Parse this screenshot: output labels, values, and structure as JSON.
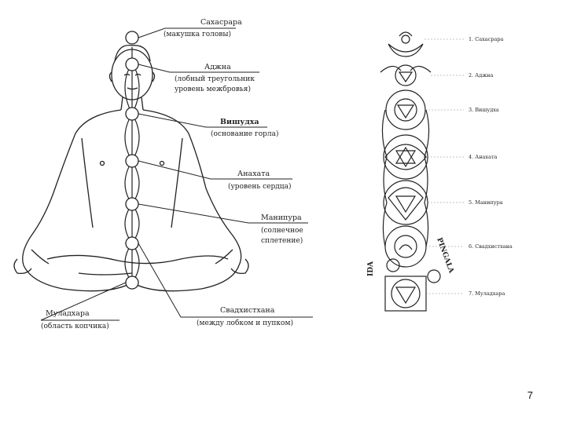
{
  "figure_left": {
    "labels": [
      {
        "name": "Сахасрара",
        "sub": "(макушка головы)"
      },
      {
        "name": "Аджна",
        "sub": "(лобный треугольник",
        "sub2": "уровень межбровья)"
      },
      {
        "name": "Вишудха",
        "sub": "(основание горла)"
      },
      {
        "name": "Анахата",
        "sub": "(уровень сердца)"
      },
      {
        "name": "Манипура",
        "sub": "(солнечное",
        "sub2": "сплетение)"
      },
      {
        "name": "Муладхара",
        "sub": "(область копчика)"
      },
      {
        "name": "Свадхистхана",
        "sub": "(между лобком и пупком)"
      }
    ]
  },
  "figure_right": {
    "chakras": [
      "1. Сахасрара",
      "2. Аджна",
      "3. Вишудха",
      "4. Анахата",
      "5. Манипура",
      "6. Свадхистхана",
      "7. Муладхара"
    ],
    "ida_label": "IDA",
    "pingala_label": "PINGALA"
  },
  "page_number": "7"
}
